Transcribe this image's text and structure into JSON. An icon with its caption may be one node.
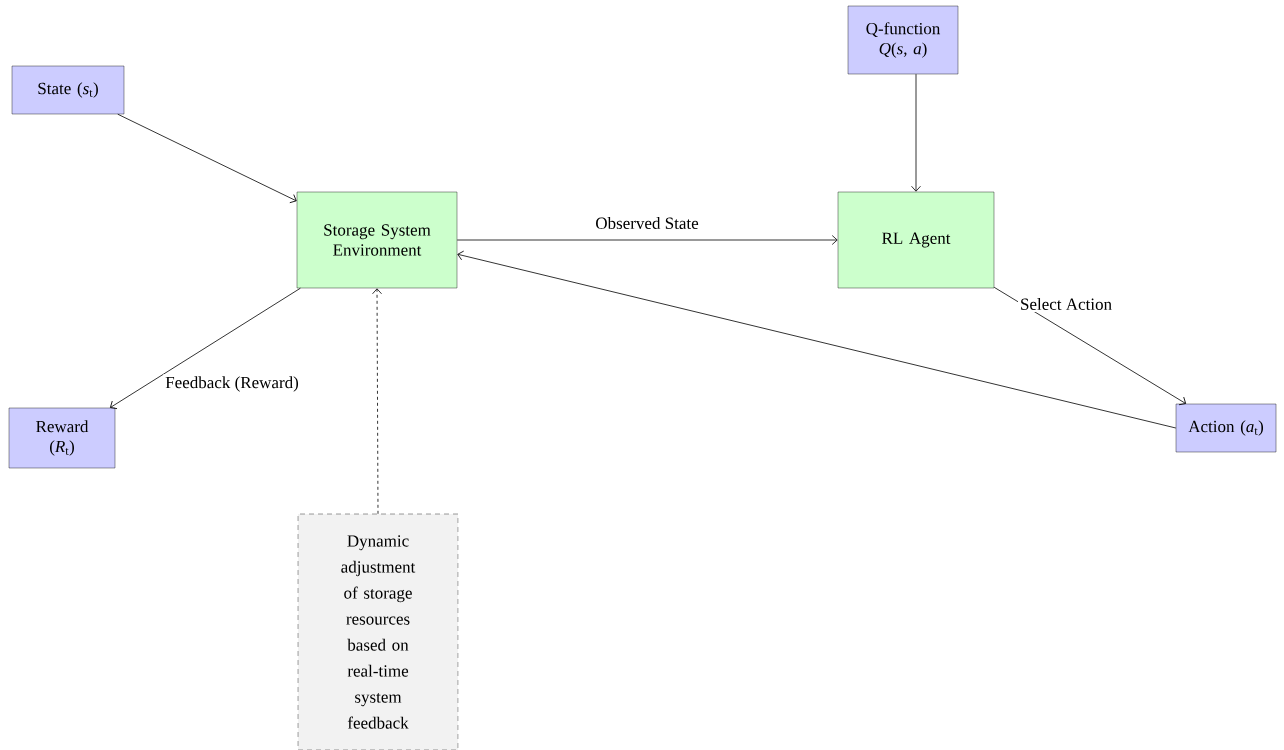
{
  "diagram": {
    "nodes": [
      {
        "text": [
          "State (*s*$_{t}$)"
        ]
      },
      {
        "text": [
          "Q-function *Q*(*s*, *a*)"
        ]
      },
      {
        "text": [
          "Storage System Environment"
        ]
      },
      {
        "text": [
          "RL Agent"
        ]
      },
      {
        "text": [
          "Action (*a*$_{t}$)"
        ]
      },
      {
        "text": [
          "Reward (*R*$_{t}$)"
        ]
      },
      {
        "text": [
          "Dynamic adjustment of storage resources based on real-time system feedback"
        ]
      }
    ],
    "edges": [
      {
        "from": 0,
        "to": 2,
        "arrow": "to"
      },
      {
        "from": 1,
        "to": 3,
        "arrow": "to"
      },
      {
        "from": 2,
        "to": 3,
        "arrow": "to",
        "label": "Observed State"
      },
      {
        "from": 4,
        "to": 2,
        "arrow": "to"
      },
      {
        "from": 3,
        "to": 4,
        "arrow": "to",
        "label": "Select Action"
      },
      {
        "from": 2,
        "to": 5,
        "arrow": "to",
        "label": "Feedback (Reward)"
      },
      {
        "from": 6,
        "to": 2,
        "arrow": "to",
        "style": "dashed"
      }
    ]
  }
}
